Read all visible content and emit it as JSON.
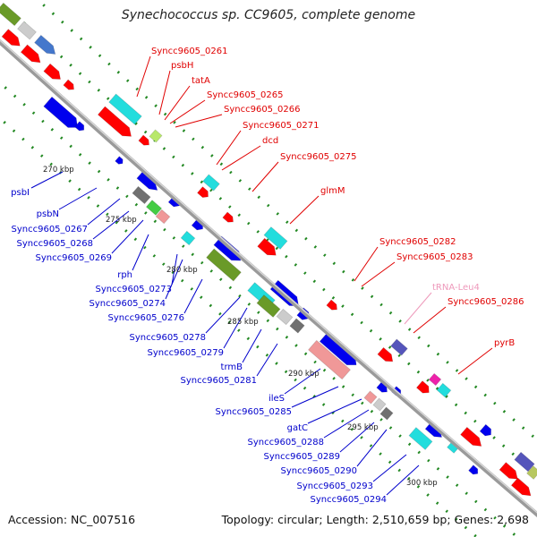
{
  "title": "Synechococcus sp. CC9605, complete genome",
  "footer": {
    "accession": "Accession: NC_007516",
    "topology": "Topology: circular; Length: 2,510,659 bp; Genes: 2,698"
  },
  "kbp_labels": [
    "270 kbp",
    "275 kbp",
    "280 kbp",
    "285 kbp",
    "290 kbp",
    "295 kbp",
    "300 kbp"
  ],
  "labels_upper": [
    {
      "text": "Syncc9605_0261",
      "color": "red"
    },
    {
      "text": "psbH",
      "color": "red"
    },
    {
      "text": "tatA",
      "color": "red"
    },
    {
      "text": "Syncc9605_0265",
      "color": "red"
    },
    {
      "text": "Syncc9605_0266",
      "color": "red"
    },
    {
      "text": "Syncc9605_0271",
      "color": "red"
    },
    {
      "text": "dcd",
      "color": "red"
    },
    {
      "text": "Syncc9605_0275",
      "color": "red"
    },
    {
      "text": "glmM",
      "color": "red"
    },
    {
      "text": "Syncc9605_0282",
      "color": "red"
    },
    {
      "text": "Syncc9605_0283",
      "color": "red"
    },
    {
      "text": "tRNA-Leu4",
      "color": "pink"
    },
    {
      "text": "Syncc9605_0286",
      "color": "red"
    },
    {
      "text": "pyrB",
      "color": "red"
    }
  ],
  "labels_lower": [
    {
      "text": "psbI",
      "color": "blue"
    },
    {
      "text": "psbN",
      "color": "blue"
    },
    {
      "text": "Syncc9605_0267",
      "color": "blue"
    },
    {
      "text": "Syncc9605_0268",
      "color": "blue"
    },
    {
      "text": "Syncc9605_0269",
      "color": "blue"
    },
    {
      "text": "rph",
      "color": "blue"
    },
    {
      "text": "Syncc9605_0273",
      "color": "blue"
    },
    {
      "text": "Syncc9605_0274",
      "color": "blue"
    },
    {
      "text": "Syncc9605_0276",
      "color": "blue"
    },
    {
      "text": "Syncc9605_0278",
      "color": "blue"
    },
    {
      "text": "Syncc9605_0279",
      "color": "blue"
    },
    {
      "text": "trmB",
      "color": "blue"
    },
    {
      "text": "Syncc9605_0281",
      "color": "blue"
    },
    {
      "text": "ileS",
      "color": "blue"
    },
    {
      "text": "Syncc9605_0285",
      "color": "blue"
    },
    {
      "text": "gatC",
      "color": "blue"
    },
    {
      "text": "Syncc9605_0288",
      "color": "blue"
    },
    {
      "text": "Syncc9605_0289",
      "color": "blue"
    },
    {
      "text": "Syncc9605_0290",
      "color": "blue"
    },
    {
      "text": "Syncc9605_0293",
      "color": "blue"
    },
    {
      "text": "Syncc9605_0294",
      "color": "blue"
    }
  ],
  "colors": {
    "red": "#e00000",
    "blue": "#0000cc",
    "pink": "#ee99bb",
    "backbone": "#8c8c8c",
    "gene_red": "#ff0000",
    "gene_blue": "#0000ee",
    "cyan": "#22dddd",
    "olive": "#6a9a28",
    "salmon": "#f09898",
    "dot_green": "#228822",
    "gray": "#707070",
    "magenta": "#ee22aa",
    "purple": "#5555bb"
  }
}
